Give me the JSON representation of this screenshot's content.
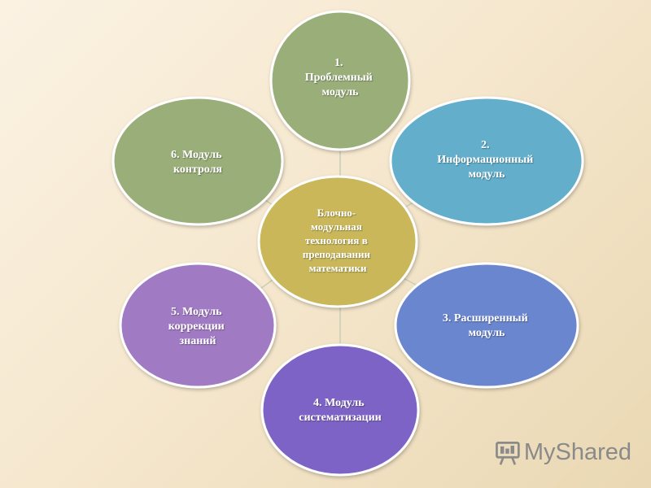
{
  "diagram": {
    "center": {
      "lines": [
        "Блочно-",
        "модульная",
        "технология в",
        "преподавании",
        "математики"
      ],
      "color": "#c9b75a"
    },
    "nodes": [
      {
        "id": "problem-module",
        "lines": [
          "1.",
          "Проблемный",
          "модуль"
        ],
        "color": "#9aae7a"
      },
      {
        "id": "information-module",
        "lines": [
          "2.",
          "Информационный",
          "модуль"
        ],
        "color": "#62aecb"
      },
      {
        "id": "extended-module",
        "lines": [
          "3. Расширенный",
          "модуль"
        ],
        "color": "#6b86cf"
      },
      {
        "id": "systematization-module",
        "lines": [
          "4. Модуль",
          "систематизации"
        ],
        "color": "#7e63c6"
      },
      {
        "id": "knowledge-correction-module",
        "lines": [
          "5. Модуль",
          "коррекции",
          "знаний"
        ],
        "color": "#a17ac4"
      },
      {
        "id": "control-module",
        "lines": [
          "6. Модуль",
          "контроля"
        ],
        "color": "#9aae7a"
      }
    ]
  },
  "watermark": {
    "text": "MyShared",
    "icon": "presentation-board-icon",
    "color": "#8a8a8a"
  }
}
